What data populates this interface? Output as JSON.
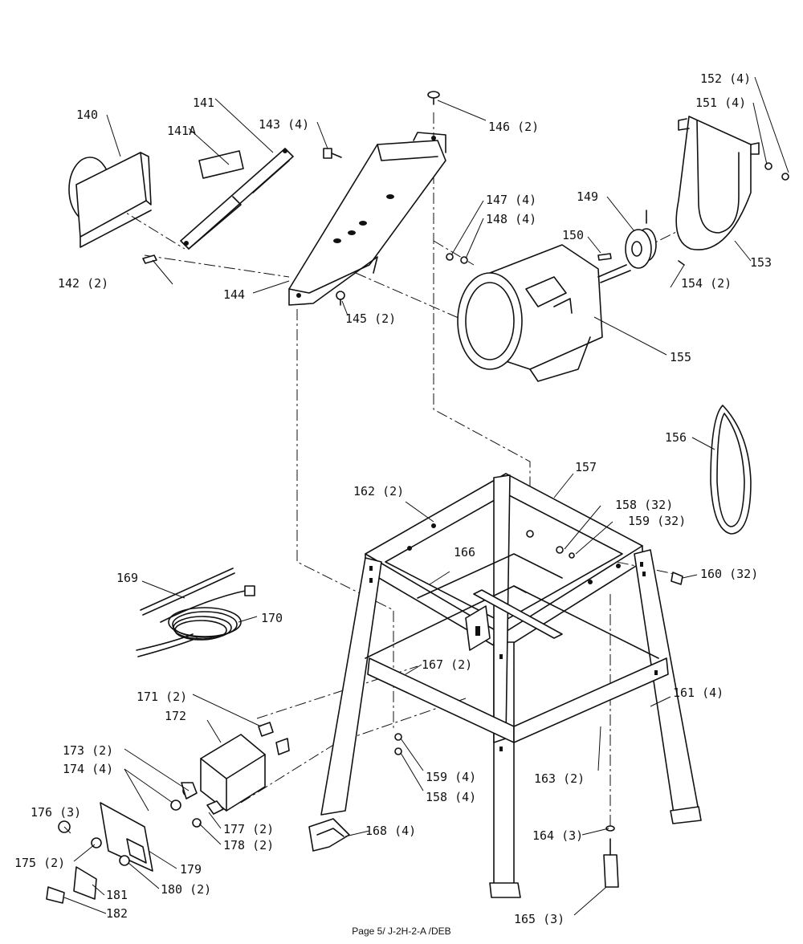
{
  "footer": "Page 5/ J-2H-2-A /DEB",
  "labels": [
    {
      "id": "140",
      "text": "140"
    },
    {
      "id": "141",
      "text": "141"
    },
    {
      "id": "141A",
      "text": "141A"
    },
    {
      "id": "142",
      "text": "142 (2)"
    },
    {
      "id": "143",
      "text": "143 (4)"
    },
    {
      "id": "144",
      "text": "144"
    },
    {
      "id": "145",
      "text": "145 (2)"
    },
    {
      "id": "146",
      "text": "146 (2)"
    },
    {
      "id": "147",
      "text": "147 (4)"
    },
    {
      "id": "148",
      "text": "148 (4)"
    },
    {
      "id": "149",
      "text": "149"
    },
    {
      "id": "150",
      "text": "150"
    },
    {
      "id": "151",
      "text": "151 (4)"
    },
    {
      "id": "152",
      "text": "152 (4)"
    },
    {
      "id": "153",
      "text": "153"
    },
    {
      "id": "154",
      "text": "154 (2)"
    },
    {
      "id": "155",
      "text": "155"
    },
    {
      "id": "156",
      "text": "156"
    },
    {
      "id": "157",
      "text": "157"
    },
    {
      "id": "158a",
      "text": "158 (32)"
    },
    {
      "id": "159a",
      "text": "159 (32)"
    },
    {
      "id": "160",
      "text": "160 (32)"
    },
    {
      "id": "161",
      "text": "161 (4)"
    },
    {
      "id": "162",
      "text": "162 (2)"
    },
    {
      "id": "163",
      "text": "163 (2)"
    },
    {
      "id": "164",
      "text": "164 (3)"
    },
    {
      "id": "165",
      "text": "165 (3)"
    },
    {
      "id": "166",
      "text": "166"
    },
    {
      "id": "167",
      "text": "167 (2)"
    },
    {
      "id": "159b",
      "text": "159 (4)"
    },
    {
      "id": "158b",
      "text": "158 (4)"
    },
    {
      "id": "168",
      "text": "168 (4)"
    },
    {
      "id": "169",
      "text": "169"
    },
    {
      "id": "170",
      "text": "170"
    },
    {
      "id": "171",
      "text": "171 (2)"
    },
    {
      "id": "172",
      "text": "172"
    },
    {
      "id": "173",
      "text": "173 (2)"
    },
    {
      "id": "174",
      "text": "174 (4)"
    },
    {
      "id": "175",
      "text": "175 (2)"
    },
    {
      "id": "176",
      "text": "176 (3)"
    },
    {
      "id": "177",
      "text": "177 (2)"
    },
    {
      "id": "178",
      "text": "178 (2)"
    },
    {
      "id": "179",
      "text": "179"
    },
    {
      "id": "180",
      "text": "180 (2)"
    },
    {
      "id": "181",
      "text": "181"
    },
    {
      "id": "182",
      "text": "182"
    }
  ]
}
